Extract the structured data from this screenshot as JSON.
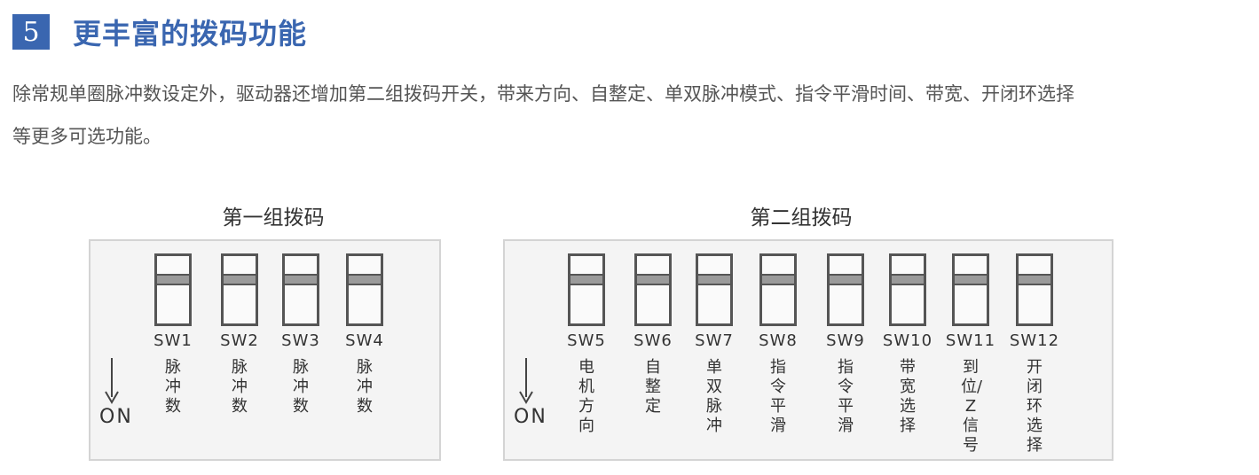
{
  "section": {
    "number": "5",
    "title": "更丰富的拨码功能"
  },
  "description": {
    "line1": "除常规单圈脉冲数设定外，驱动器还增加第二组拨码开关，带来方向、自整定、单双脉冲模式、指令平滑时间、带宽、开闭环选择",
    "line2": "等更多可选功能。"
  },
  "group1": {
    "title": "第一组拨码",
    "on_label": "ON",
    "switches": [
      {
        "label": "SW1",
        "function": "脉冲数"
      },
      {
        "label": "SW2",
        "function": "脉冲数"
      },
      {
        "label": "SW3",
        "function": "脉冲数"
      },
      {
        "label": "SW4",
        "function": "脉冲数"
      }
    ]
  },
  "group2": {
    "title": "第二组拨码",
    "on_label": "ON",
    "switches": [
      {
        "label": "SW5",
        "function": "电机方向"
      },
      {
        "label": "SW6",
        "function": "自整定"
      },
      {
        "label": "SW7",
        "function": "单双脉冲"
      },
      {
        "label": "SW8",
        "function": "指令平滑"
      },
      {
        "label": "SW9",
        "function": "指令平滑"
      },
      {
        "label": "SW10",
        "function": "带宽选择"
      },
      {
        "label": "SW11",
        "function": "到位/Z信号"
      },
      {
        "label": "SW12",
        "function": "开闭环选择"
      }
    ]
  },
  "colors": {
    "accent": "#3a66b0",
    "panel_bg": "#f4f4f4",
    "panel_border": "#d4d4d4"
  }
}
